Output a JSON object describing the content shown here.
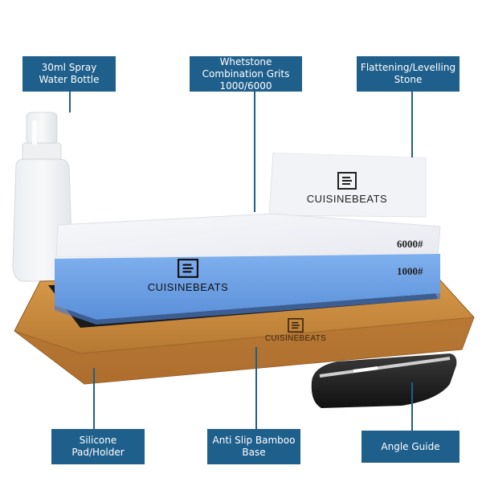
{
  "labels": {
    "spray_bottle": "30ml Spray Water Bottle",
    "whetstone": "Whetstone Combination Grits 1000/6000",
    "flattening": "Flattening/Levelling Stone",
    "silicone": "Silicone Pad/Holder",
    "bamboo": "Anti Slip Bamboo Base",
    "angle_guide": "Angle Guide"
  },
  "product": {
    "brand": "CUISINEBEATS",
    "grit_fine": "6000#",
    "grit_coarse": "1000#"
  },
  "colors": {
    "label_bg": "#1f5f8b",
    "stone_blue": "#6fa3e8",
    "stone_white": "#f4f5f8",
    "bamboo": "#c48a3c"
  }
}
